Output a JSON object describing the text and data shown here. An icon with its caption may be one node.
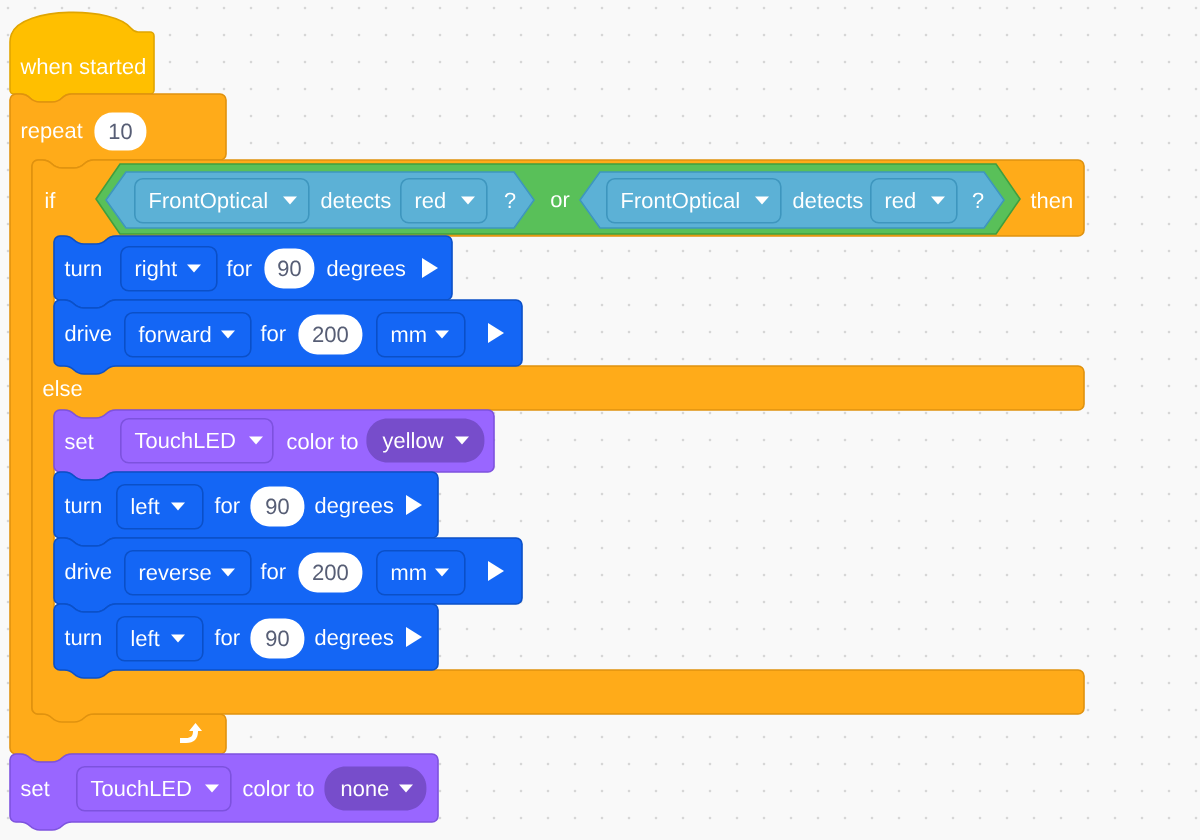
{
  "diagram": {
    "nodes": [
      {
        "text": [
          "when started"
        ]
      },
      {
        "text": [
          "repeat"
        ]
      },
      {
        "text": [
          "10"
        ],
        "in": 1
      },
      {
        "text": [
          "if",
          "then",
          "else"
        ]
      },
      {
        "text": [
          "or"
        ],
        "in": 3
      },
      {
        "text": [
          "detects",
          "?"
        ],
        "in": 4
      },
      {
        "text": [
          "FrontOptical"
        ],
        "in": 5
      },
      {
        "text": [
          "red"
        ],
        "in": 5
      },
      {
        "text": [
          "detects",
          "?"
        ],
        "in": 4
      },
      {
        "text": [
          "FrontOptical"
        ],
        "in": 8
      },
      {
        "text": [
          "red"
        ],
        "in": 8
      },
      {
        "text": [
          "turn",
          "for",
          "degrees"
        ],
        "in": 3
      },
      {
        "text": [
          "right"
        ],
        "in": 11
      },
      {
        "text": [
          "90"
        ],
        "in": 11
      },
      {
        "text": [
          "drive",
          "for"
        ],
        "in": 3
      },
      {
        "text": [
          "forward"
        ],
        "in": 14
      },
      {
        "text": [
          "200"
        ],
        "in": 14
      },
      {
        "text": [
          "mm"
        ],
        "in": 14
      },
      {
        "text": [
          "set",
          "color to"
        ],
        "in": 3
      },
      {
        "text": [
          "TouchLED"
        ],
        "in": 18
      },
      {
        "text": [
          "yellow"
        ],
        "in": 18
      },
      {
        "text": [
          "turn",
          "for",
          "degrees"
        ],
        "in": 3
      },
      {
        "text": [
          "left"
        ],
        "in": 21
      },
      {
        "text": [
          "90"
        ],
        "in": 21
      },
      {
        "text": [
          "drive",
          "for"
        ],
        "in": 3
      },
      {
        "text": [
          "reverse"
        ],
        "in": 24
      },
      {
        "text": [
          "200"
        ],
        "in": 24
      },
      {
        "text": [
          "mm"
        ],
        "in": 24
      },
      {
        "text": [
          "turn",
          "for",
          "degrees"
        ],
        "in": 3
      },
      {
        "text": [
          "left"
        ],
        "in": 28
      },
      {
        "text": [
          "90"
        ],
        "in": 28
      },
      {
        "text": [
          "set",
          "color to"
        ]
      },
      {
        "text": [
          "TouchLED"
        ],
        "in": 31
      },
      {
        "text": [
          "none"
        ],
        "in": 31
      }
    ]
  }
}
